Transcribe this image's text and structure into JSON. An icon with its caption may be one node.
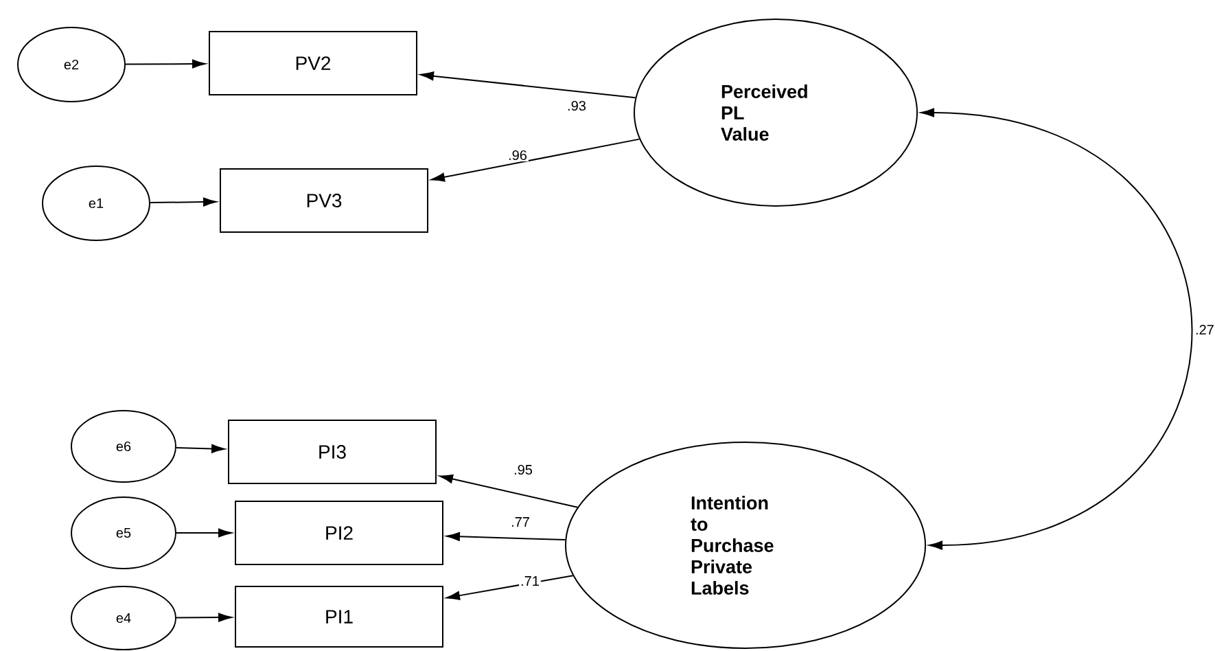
{
  "diagram": {
    "nodes": [
      {
        "text": [
          "e2"
        ]
      },
      {
        "text": [
          "PV2"
        ]
      },
      {
        "text": [
          "Perceived PL Value"
        ]
      },
      {
        "text": [
          "e1"
        ]
      },
      {
        "text": [
          "PV3"
        ]
      },
      {
        "text": [
          "e6"
        ]
      },
      {
        "text": [
          "PI3"
        ]
      },
      {
        "text": [
          "Intention to Purchase Private Labels"
        ]
      },
      {
        "text": [
          "e5"
        ]
      },
      {
        "text": [
          "PI2"
        ]
      },
      {
        "text": [
          "e4"
        ]
      },
      {
        "text": [
          "PI1"
        ]
      }
    ],
    "edges": [
      {
        "from": 0,
        "to": 1,
        "arrow": "to"
      },
      {
        "from": 2,
        "to": 1,
        "arrow": "to",
        "label": ".93"
      },
      {
        "from": 2,
        "to": 4,
        "arrow": "to",
        "label": ".96"
      },
      {
        "from": 3,
        "to": 4,
        "arrow": "to"
      },
      {
        "from": 5,
        "to": 6,
        "arrow": "to"
      },
      {
        "from": 7,
        "to": 6,
        "arrow": "to",
        "label": ".95"
      },
      {
        "from": 7,
        "to": 9,
        "arrow": "to",
        "label": ".77"
      },
      {
        "from": 7,
        "to": 11,
        "arrow": "to",
        "label": ".71"
      },
      {
        "from": 8,
        "to": 9,
        "arrow": "to"
      },
      {
        "from": 10,
        "to": 11,
        "arrow": "to"
      },
      {
        "from": 2,
        "to": 7,
        "arrow": "both",
        "label": ".27"
      }
    ]
  }
}
